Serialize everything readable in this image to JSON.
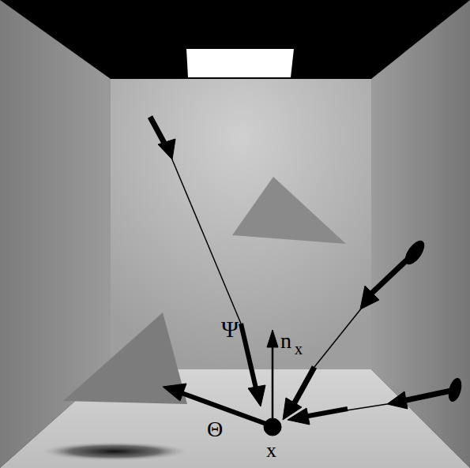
{
  "diagram": {
    "labels": [
      "Ψ",
      "n",
      "x",
      "Θ",
      "x"
    ]
  }
}
